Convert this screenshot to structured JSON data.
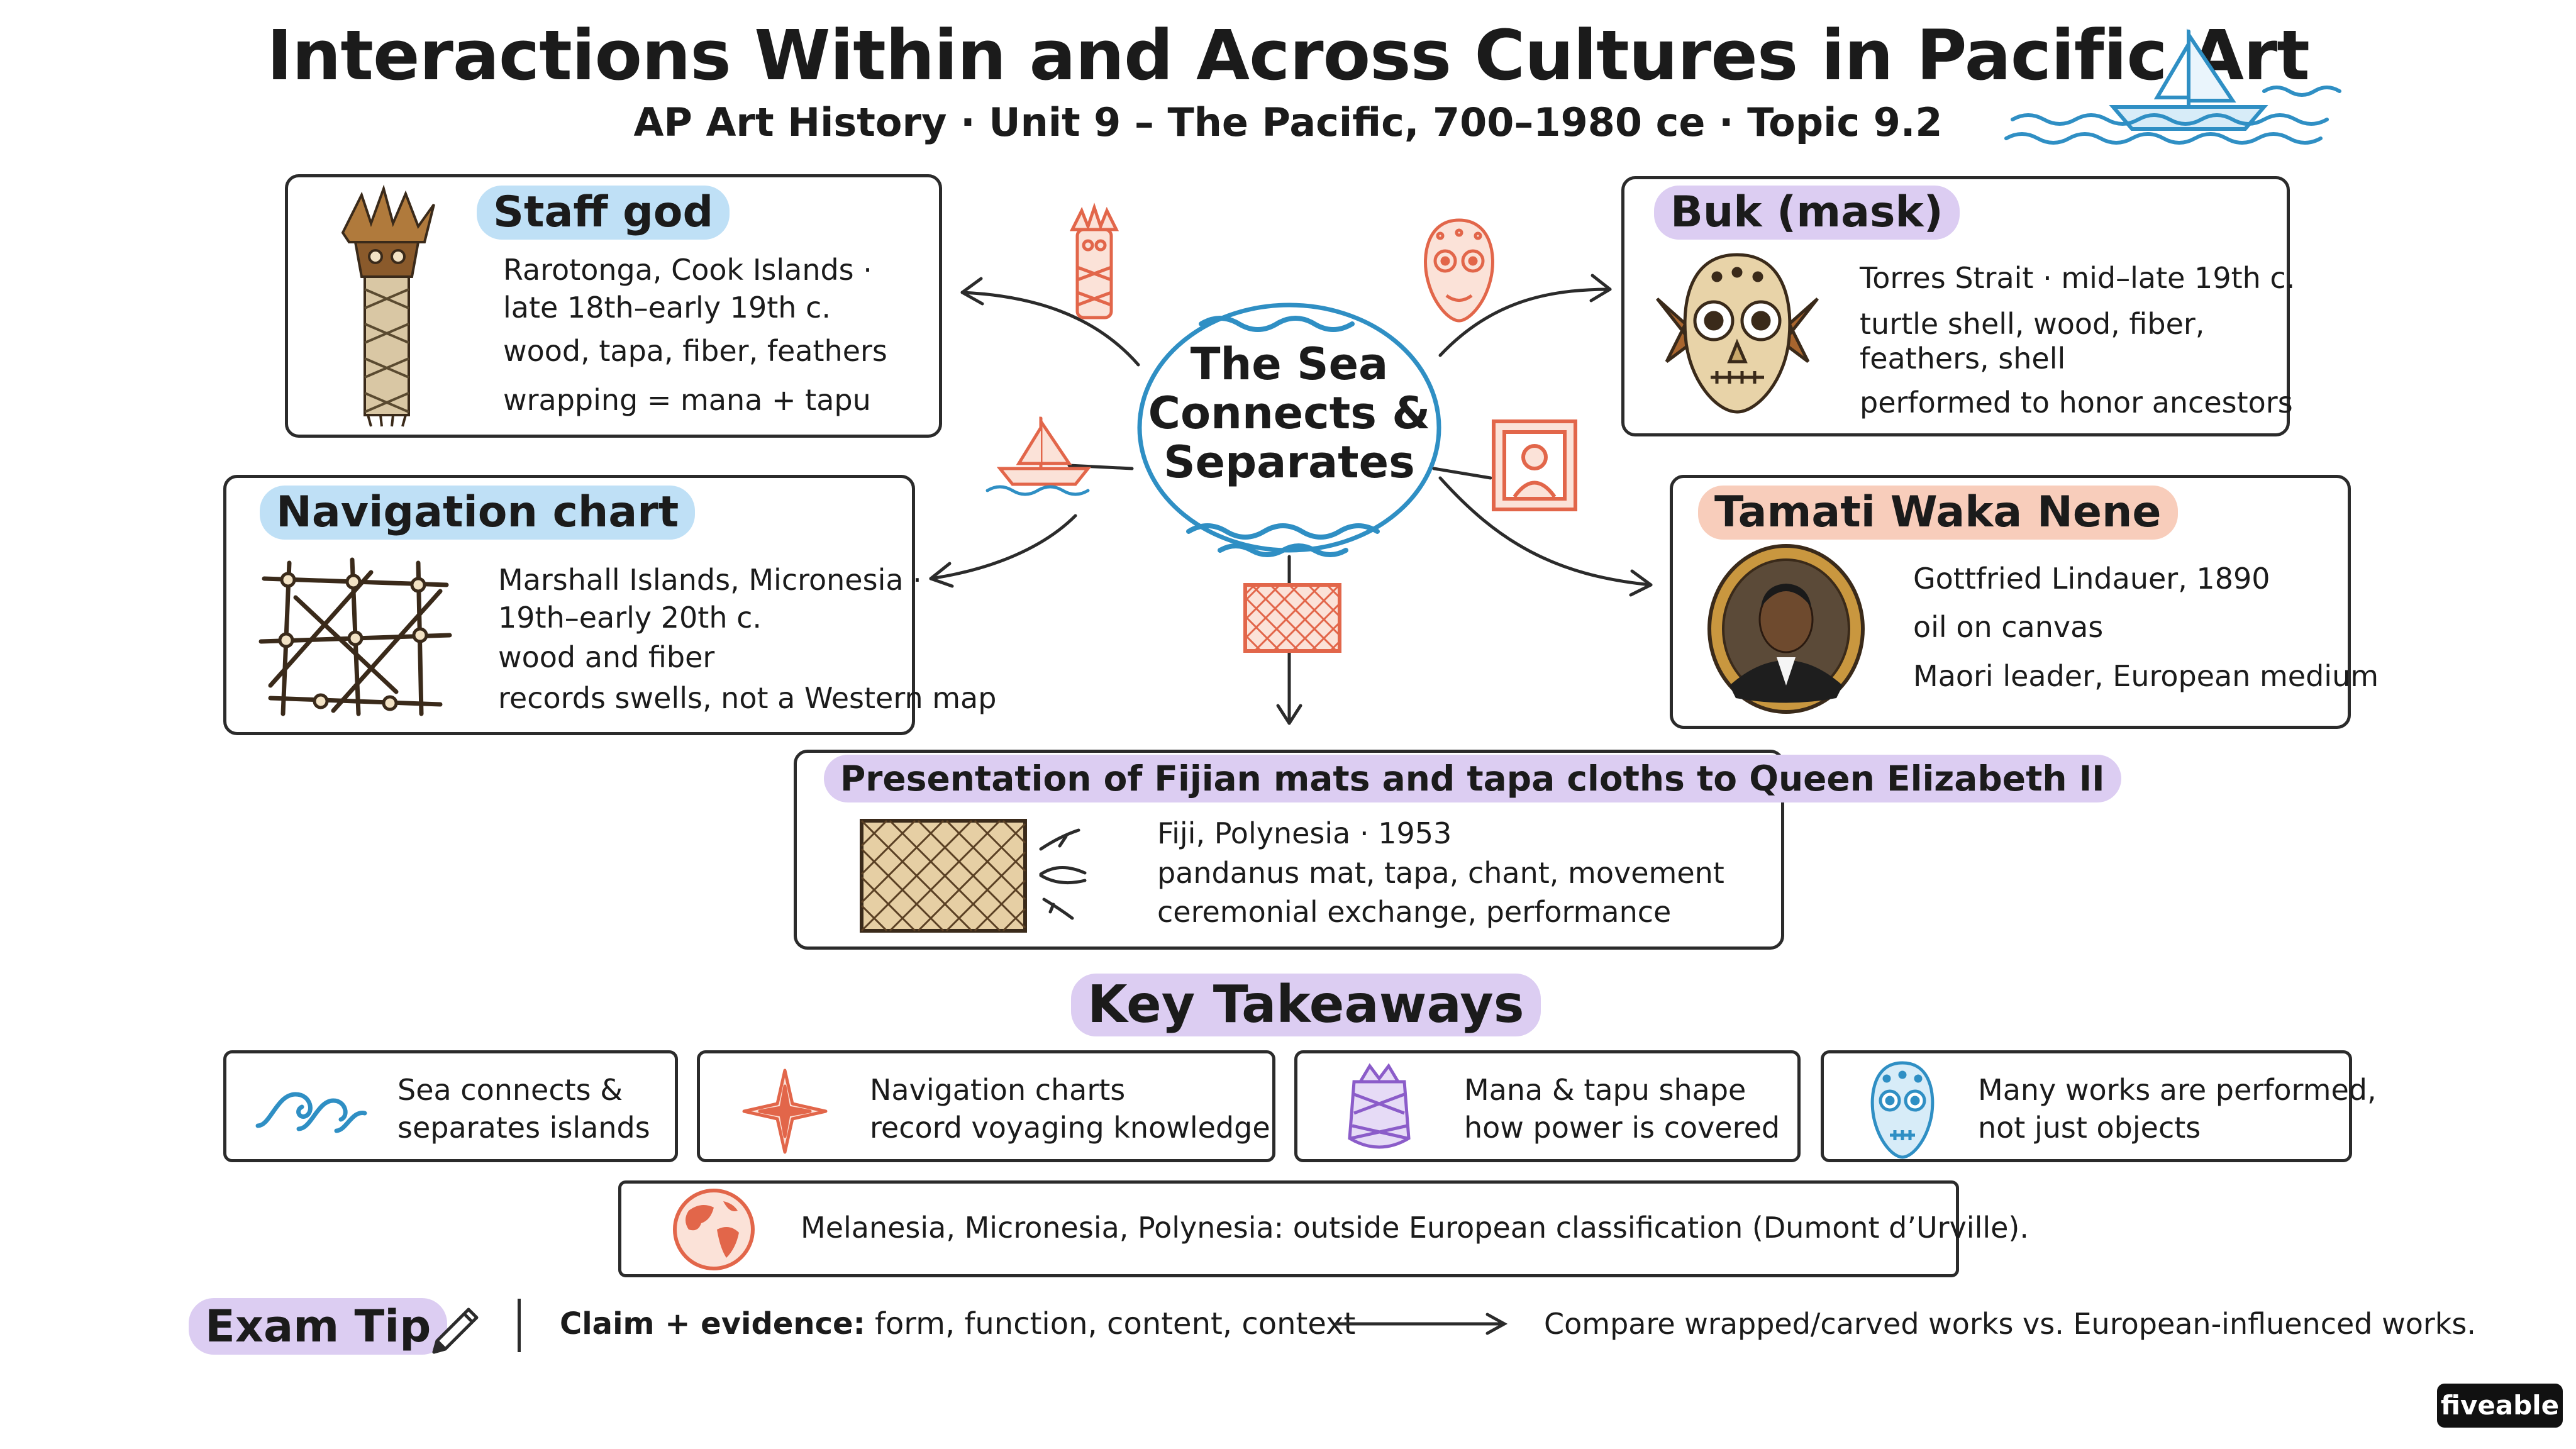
{
  "title": "Interactions Within and Across Cultures in Pacific Art",
  "subtitle": "AP Art History · Unit 9 – The Pacific, 700–1980 ce · Topic 9.2",
  "hub": {
    "lines": [
      "The Sea",
      "Connects &",
      "Separates"
    ]
  },
  "works": {
    "staff_god": {
      "title": "Staff god",
      "place": "Rarotonga, Cook Islands ·",
      "date": "late 18th–early 19th c.",
      "materials": "wood, tapa, fiber, feathers",
      "note": "wrapping = mana + tapu"
    },
    "buk": {
      "title": "Buk (mask)",
      "place": "Torres Strait · mid–late 19th c.",
      "materials_1": "turtle shell, wood, fiber,",
      "materials_2": "feathers, shell",
      "note": "performed to honor ancestors"
    },
    "navigation_chart": {
      "title": "Navigation chart",
      "place": "Marshall Islands, Micronesia ·",
      "date": "19th–early 20th c.",
      "materials": "wood and fiber",
      "note": "records swells, not a Western map"
    },
    "tamati": {
      "title": "Tamati Waka Nene",
      "artist": "Gottfried Lindauer, 1890",
      "medium": "oil on canvas",
      "note": "Maori leader, European medium"
    },
    "fijian": {
      "title": "Presentation of Fijian mats and tapa cloths to Queen Elizabeth II",
      "place": "Fiji, Polynesia · 1953",
      "materials": "pandanus mat, tapa, chant, movement",
      "note": "ceremonial exchange, performance"
    }
  },
  "key_takeaways": {
    "heading": "Key Takeaways",
    "items": [
      {
        "line1": "Sea connects &",
        "line2": "separates islands",
        "icon": "wave-icon"
      },
      {
        "line1": "Navigation charts",
        "line2": "record voyaging knowledge",
        "icon": "compass-star-icon"
      },
      {
        "line1": "Mana & tapu shape",
        "line2": "how power is covered",
        "icon": "wrapped-figure-icon"
      },
      {
        "line1": "Many works are performed,",
        "line2": "not just objects",
        "icon": "mask-icon"
      }
    ],
    "note": "Melanesia, Micronesia, Polynesia: outside European classification (Dumont d’Urville)."
  },
  "exam_tip": {
    "label": "Exam Tip",
    "claim_bold": "Claim + evidence:",
    "claim_rest": "form, function, content, context",
    "compare": "Compare wrapped/carved works vs. European-influenced works."
  },
  "brand": "fiveable",
  "colors": {
    "ink": "#2b2b2b",
    "highlight_blue": "#bfe0f6",
    "highlight_purple": "#dccdf2",
    "highlight_peach": "#f8cdbb",
    "accent_orange": "#e2664a",
    "sea_blue": "#2f8fc4"
  }
}
